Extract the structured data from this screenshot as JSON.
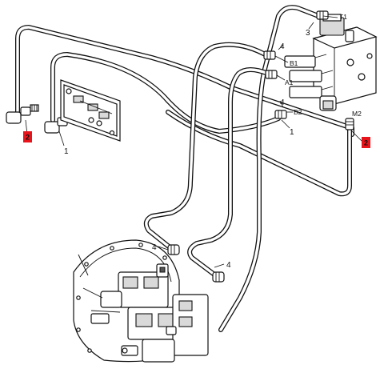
{
  "callouts": {
    "c1_left": "1",
    "c1_right": "1",
    "c2_left": "2",
    "c2_right": "2",
    "c3": "3",
    "c4_top_a": "4",
    "c4_top_b": "4",
    "c4_lower_a": "4",
    "c4_lower_b": "4"
  },
  "ports": {
    "t1": "T1",
    "b1": "B1",
    "a1": "A1",
    "b2": "B2",
    "m2": "M2"
  },
  "colors": {
    "line": "#111111",
    "highlight": "#e8141c",
    "background": "#ffffff"
  }
}
